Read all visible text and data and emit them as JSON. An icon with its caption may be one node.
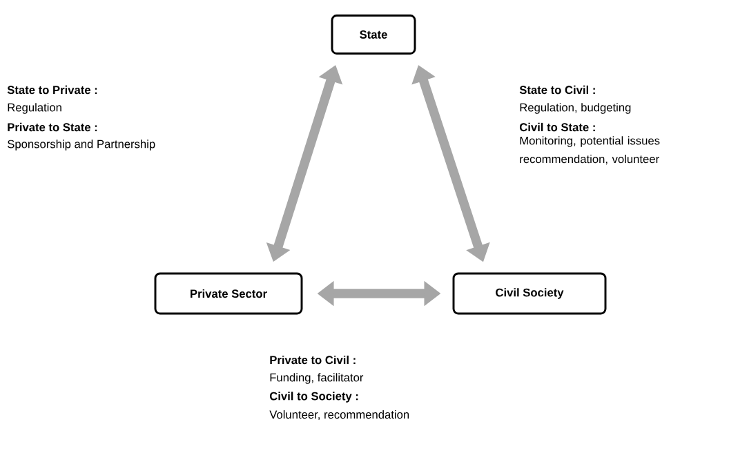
{
  "diagram": {
    "nodes": [
      {
        "text": [
          "State"
        ]
      },
      {
        "text": [
          "Private Sector"
        ]
      },
      {
        "text": [
          "Civil Society"
        ]
      }
    ],
    "edges": [
      {
        "from": 1,
        "to": 0,
        "arrow": "both"
      },
      {
        "from": 0,
        "to": 2,
        "arrow": "both"
      },
      {
        "from": 1,
        "to": 2,
        "arrow": "both"
      }
    ],
    "labels": [
      "State to Private :",
      "Regulation",
      "Private to State :",
      "Sponsorship and Partnership",
      "State to Civil :",
      "Regulation, budgeting",
      "Civil to State :",
      "Monitoring, potential issues recommendation, volunteer",
      "Private to Civil :",
      "Funding, facilitator",
      "Civil to Society :",
      "Volunteer, recommendation"
    ]
  }
}
